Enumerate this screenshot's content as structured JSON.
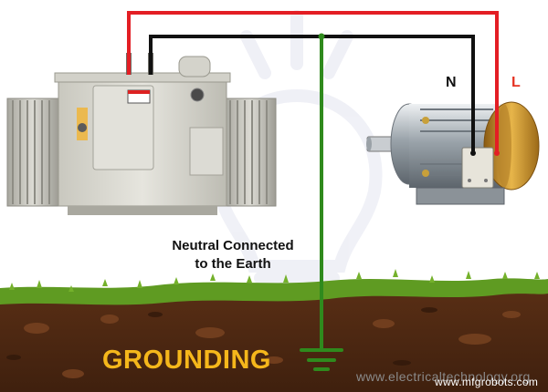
{
  "caption": {
    "line1": "Neutral Connected",
    "line2": "to the Earth"
  },
  "labels": {
    "neutral": "N",
    "live": "L"
  },
  "title": "GROUNDING",
  "watermark": {
    "site": "www.electricaltechnology.org",
    "overlay": "www.mfgrobots.com"
  },
  "colors": {
    "live_wire": "#e31e24",
    "neutral_wire": "#111111",
    "earth_wire": "#2f8a1d",
    "grass": "#5f9b22",
    "soil": "#6b3a1c",
    "title": "#f5b71b"
  },
  "icons": {
    "transformer": "transformer-icon",
    "motor": "motor-icon",
    "ground_symbol": "ground-icon",
    "bulb_watermark": "bulb-icon"
  }
}
